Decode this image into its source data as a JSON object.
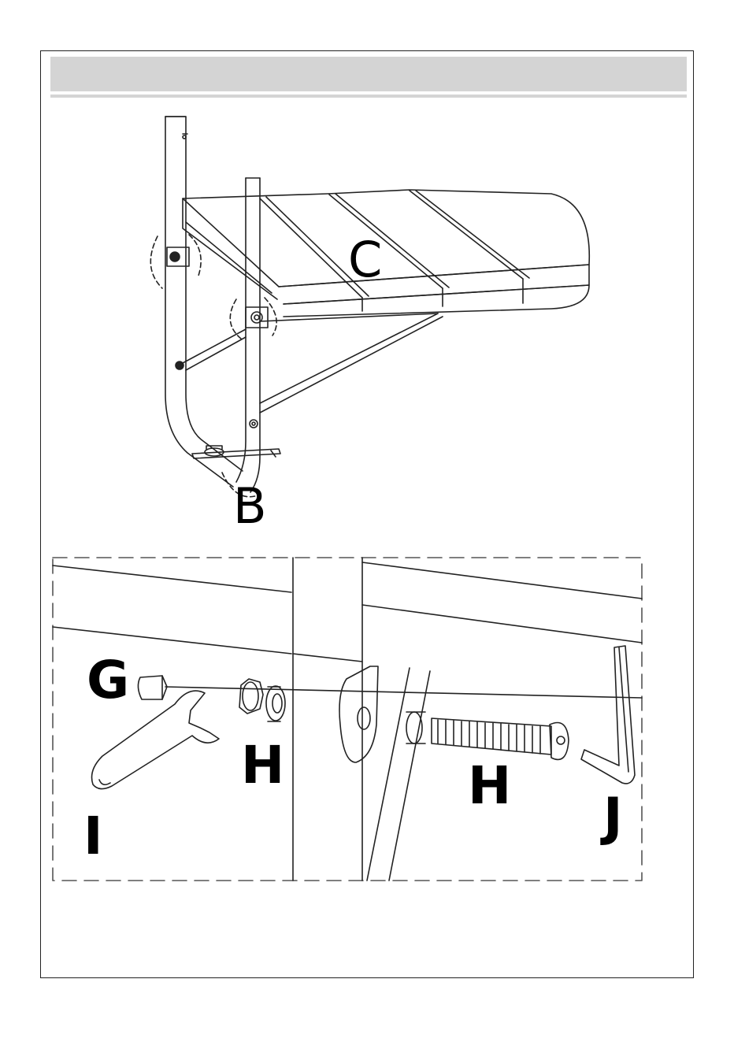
{
  "labels": {
    "c": "C",
    "b": "B",
    "g": "G",
    "h_left": "H",
    "h_right": "H",
    "i": "I",
    "j": "J"
  },
  "colors": {
    "line": "#222222",
    "header": "#d4d4d4",
    "dash": "#555555"
  }
}
